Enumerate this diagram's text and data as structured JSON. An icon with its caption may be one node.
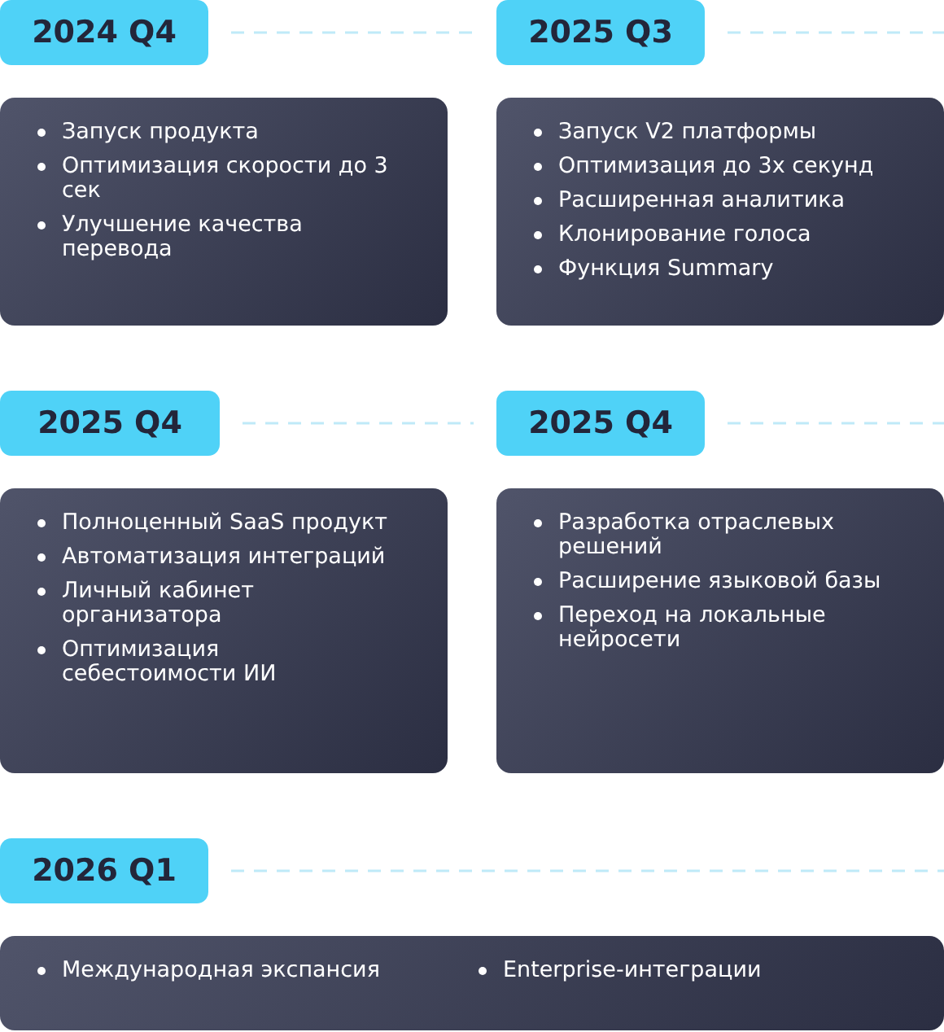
{
  "diagram": {
    "nodes": [
      {
        "text": [
          "2024 Q4"
        ]
      },
      {
        "text": [
          "Запуск продукта",
          "Оптимизация скорости до 3 сек",
          "Улучшение качества перевода"
        ]
      },
      {
        "text": [
          "2025 Q3"
        ]
      },
      {
        "text": [
          "Запуск V2 платформы",
          "Оптимизация до 3х секунд",
          "Расширенная аналитика",
          "Клонирование голоса",
          "Функция Summary"
        ]
      },
      {
        "text": [
          "2025 Q4"
        ]
      },
      {
        "text": [
          "Полноценный SaaS продукт",
          "Автоматизация интеграций",
          "Личный кабинет организатора",
          "Оптимизация себестоимости ИИ"
        ]
      },
      {
        "text": [
          "2025 Q4"
        ]
      },
      {
        "text": [
          "Разработка отраслевых решений",
          "Расширение языковой базы",
          "Переход на локальные нейросети"
        ]
      },
      {
        "text": [
          "2026 Q1"
        ]
      },
      {
        "text": [
          "Международная экспансия",
          "Enterprise-интеграции"
        ]
      }
    ],
    "edges": [
      {
        "from": 0,
        "to": 2,
        "arrow": "none",
        "style": "dashed"
      },
      {
        "from": 2,
        "to": null,
        "arrow": "none",
        "style": "dashed"
      },
      {
        "from": 4,
        "to": 6,
        "arrow": "none",
        "style": "dashed"
      },
      {
        "from": 6,
        "to": null,
        "arrow": "none",
        "style": "dashed"
      },
      {
        "from": 8,
        "to": null,
        "arrow": "none",
        "style": "dashed"
      }
    ]
  }
}
